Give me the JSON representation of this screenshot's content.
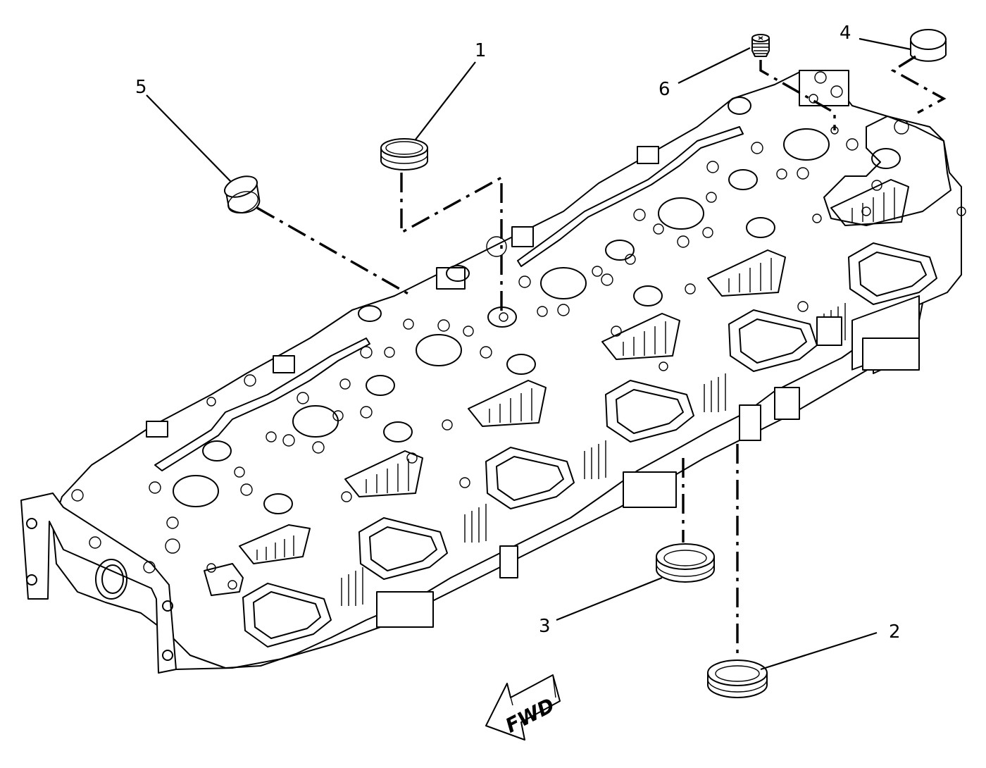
{
  "diagram": {
    "callouts": [
      {
        "id": "1",
        "label": "1"
      },
      {
        "id": "2",
        "label": "2"
      },
      {
        "id": "3",
        "label": "3"
      },
      {
        "id": "4",
        "label": "4"
      },
      {
        "id": "5",
        "label": "5"
      },
      {
        "id": "6",
        "label": "6"
      }
    ],
    "direction_arrow": {
      "label": "FWD"
    }
  }
}
